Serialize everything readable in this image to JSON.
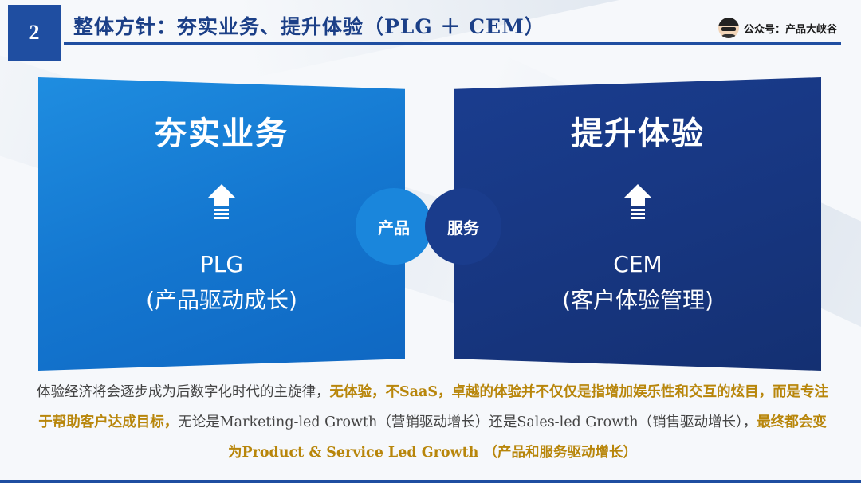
{
  "slide": {
    "page_number": "2",
    "title": "整体方针：夯实业务、提升体验（PLG ＋ CEM）",
    "brand_label": "公众号：产品大峡谷"
  },
  "left_panel": {
    "heading": "夯实业务",
    "sub_line1": "PLG",
    "sub_line2": "(产品驱动成长)"
  },
  "right_panel": {
    "heading": "提升体验",
    "sub_line1": "CEM",
    "sub_line2": "(客户体验管理)"
  },
  "circles": {
    "left_label": "产品",
    "right_label": "服务"
  },
  "paragraph": {
    "s1": "体验经济将会逐步成为后数字化时代的主旋律，",
    "s2": "无体验，不SaaS，卓越的体验并不仅仅是指增加娱乐性和交互的炫目，而是专注于帮助客户达成目标，",
    "s3": "无论是Marketing-led Growth（营销驱动增长）还是Sales-led Growth（销售驱动增长），",
    "s4": "最终都会变为Product & Service Led Growth （产品和服务驱动增长）"
  },
  "colors": {
    "primary_blue": "#1f4ea1",
    "light_panel": "#1477d0",
    "dark_panel": "#173680",
    "highlight": "#b8860b"
  }
}
